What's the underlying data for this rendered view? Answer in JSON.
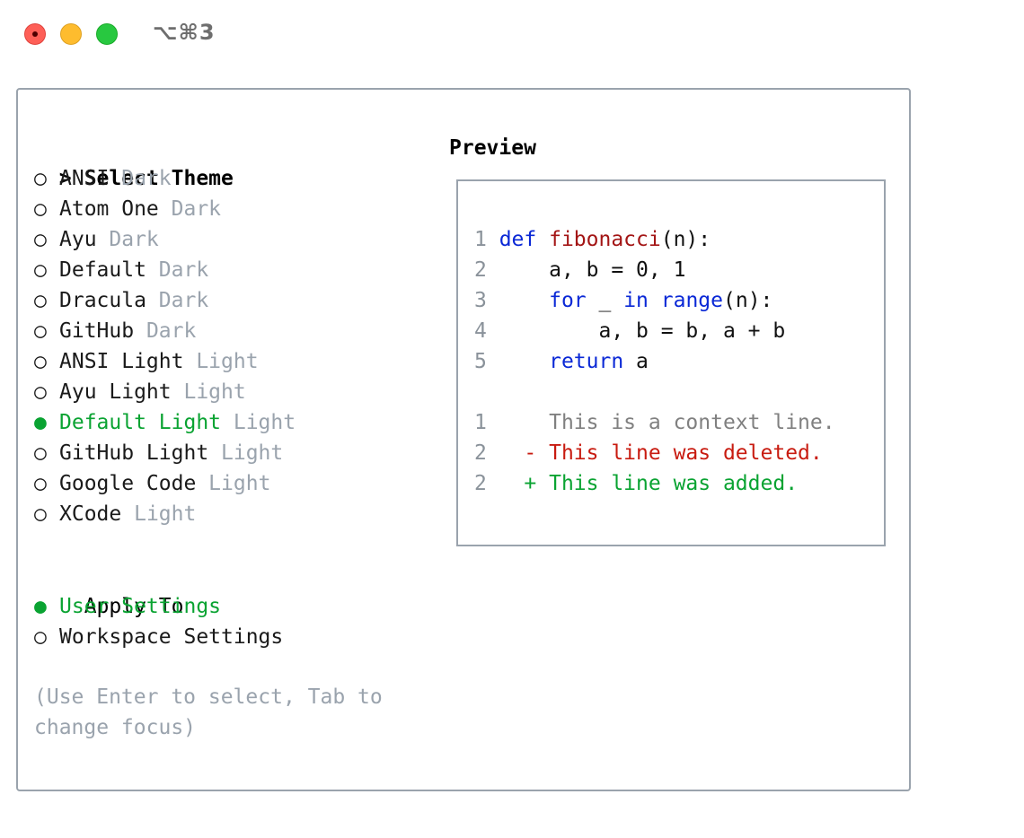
{
  "window": {
    "shortcut": "⌥⌘3"
  },
  "theme_section": {
    "title": "Select Theme",
    "cursor": ">",
    "items": [
      {
        "name": "ANSI",
        "variant": "Dark",
        "selected": false
      },
      {
        "name": "Atom One",
        "variant": "Dark",
        "selected": false
      },
      {
        "name": "Ayu",
        "variant": "Dark",
        "selected": false
      },
      {
        "name": "Default",
        "variant": "Dark",
        "selected": false
      },
      {
        "name": "Dracula",
        "variant": "Dark",
        "selected": false
      },
      {
        "name": "GitHub",
        "variant": "Dark",
        "selected": false
      },
      {
        "name": "ANSI Light",
        "variant": "Light",
        "selected": false
      },
      {
        "name": "Ayu Light",
        "variant": "Light",
        "selected": false
      },
      {
        "name": "Default Light",
        "variant": "Light",
        "selected": true
      },
      {
        "name": "GitHub Light",
        "variant": "Light",
        "selected": false
      },
      {
        "name": "Google Code",
        "variant": "Light",
        "selected": false
      },
      {
        "name": "XCode",
        "variant": "Light",
        "selected": false
      }
    ]
  },
  "apply_section": {
    "title": "Apply To",
    "items": [
      {
        "name": "User Settings",
        "selected": true
      },
      {
        "name": "Workspace Settings",
        "selected": false
      }
    ]
  },
  "hint": "(Use Enter to select, Tab to change focus)",
  "preview": {
    "title": "Preview",
    "code_lines": [
      {
        "num": "1",
        "tokens": [
          {
            "text": "def ",
            "kind": "kw"
          },
          {
            "text": "fibonacci",
            "kind": "fn"
          },
          {
            "text": "(n):",
            "kind": "plain"
          }
        ]
      },
      {
        "num": "2",
        "tokens": [
          {
            "text": "    a, b = 0, 1",
            "kind": "plain"
          }
        ]
      },
      {
        "num": "3",
        "tokens": [
          {
            "text": "    ",
            "kind": "plain"
          },
          {
            "text": "for",
            "kind": "kw"
          },
          {
            "text": " _ ",
            "kind": "plain"
          },
          {
            "text": "in",
            "kind": "kw"
          },
          {
            "text": " ",
            "kind": "plain"
          },
          {
            "text": "range",
            "kind": "kw"
          },
          {
            "text": "(n):",
            "kind": "plain"
          }
        ]
      },
      {
        "num": "4",
        "tokens": [
          {
            "text": "        a, b = b, a + b",
            "kind": "plain"
          }
        ]
      },
      {
        "num": "5",
        "tokens": [
          {
            "text": "    ",
            "kind": "plain"
          },
          {
            "text": "return",
            "kind": "kw"
          },
          {
            "text": " a",
            "kind": "plain"
          }
        ]
      }
    ],
    "diff_lines": [
      {
        "num": "1",
        "prefix": " ",
        "text": "This is a context line.",
        "kind": "ctx"
      },
      {
        "num": "2",
        "prefix": "-",
        "text": "This line was deleted.",
        "kind": "del"
      },
      {
        "num": "2",
        "prefix": "+",
        "text": "This line was added.",
        "kind": "add"
      }
    ]
  },
  "colors": {
    "selected": "#0aa332",
    "muted": "#9aa3ad",
    "keyword": "#0a28d6",
    "function": "#a31515",
    "deleted": "#c81b10",
    "added": "#0aa332",
    "border": "#9aa3ad"
  },
  "icons": {
    "selected_marker": "●",
    "unselected_marker": "○"
  }
}
